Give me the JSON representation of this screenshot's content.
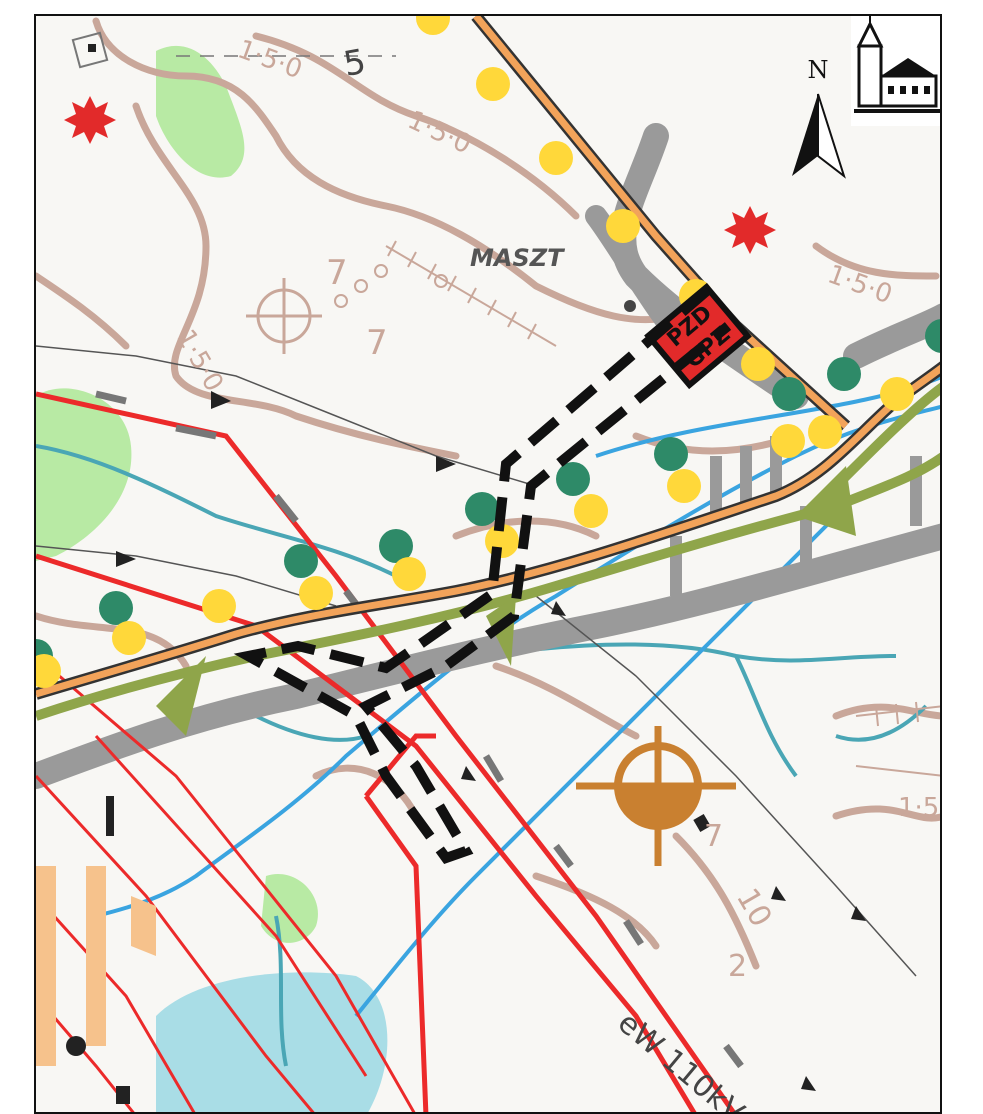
{
  "map": {
    "north_label": "N",
    "mast_label": "MASZT",
    "substation_label_1": "PZD",
    "substation_label_2": "GPZ",
    "power_line_label": "eW 110kV",
    "elevation_labels": [
      "1·5·0",
      "1·5·0",
      "1·5·0",
      "1·5·0",
      "7",
      "7",
      "7",
      "2",
      "10",
      "5",
      "1·5"
    ],
    "colors": {
      "road": "#f2a35a",
      "power_line": "#ec2a2a",
      "water": "#3aa4e0",
      "stream": "#4aa6b5",
      "contour": "#c9a79a",
      "green_area": "#b8eaa4",
      "lake": "#a9dde6",
      "path_green": "#8fa54a",
      "corridor_gray": "#9a9a9a",
      "tree_green": "#2e8a68",
      "tree_yellow": "#ffd83a",
      "symbol_brown": "#c98030",
      "highlight_star": "#e22a2a"
    }
  }
}
